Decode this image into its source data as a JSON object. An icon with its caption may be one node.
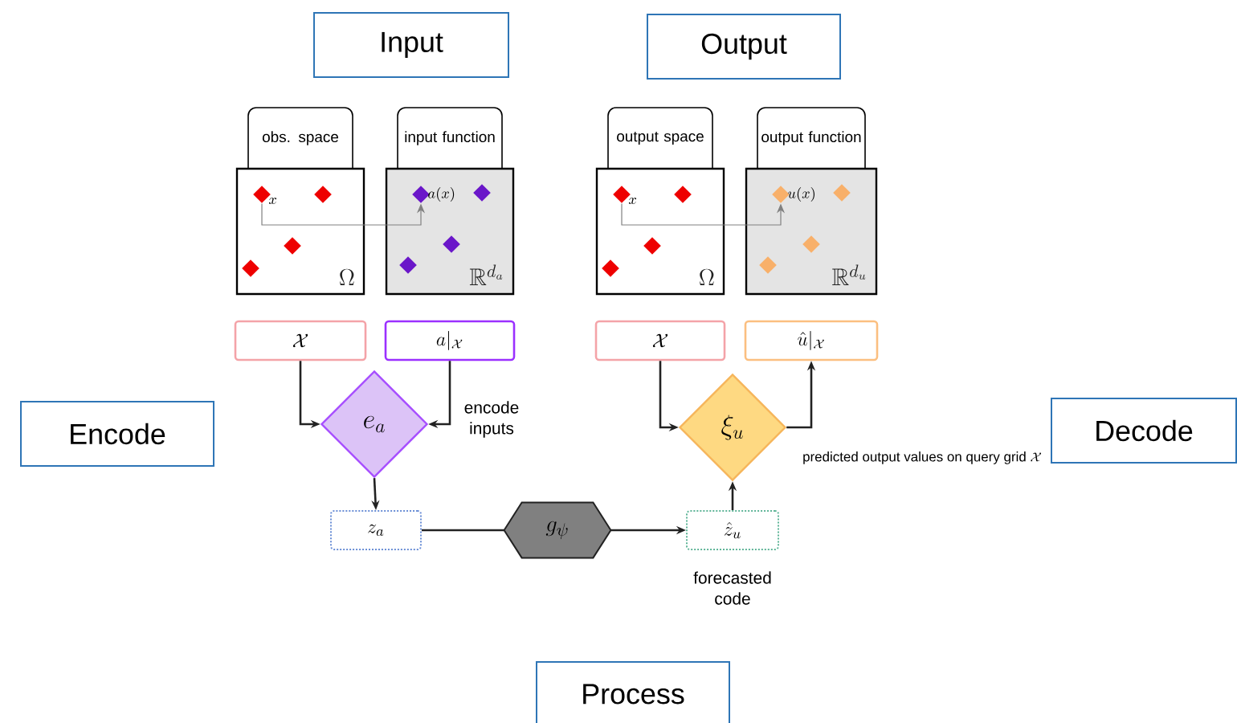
{
  "diagram": {
    "nodes": [
      {
        "text": [
          "Input"
        ]
      },
      {
        "text": [
          "Output"
        ]
      },
      {
        "text": [
          "obs. space",
          "\\Omega"
        ]
      },
      {
        "text": [
          "x"
        ],
        "in": 2
      },
      {
        "text": [
          "input function",
          "\\mathbb{R}^{d_a}"
        ]
      },
      {
        "text": [
          "a(x)"
        ],
        "in": 4
      },
      {
        "text": [
          "output space",
          "\\Omega"
        ]
      },
      {
        "text": [
          "x"
        ],
        "in": 6
      },
      {
        "text": [
          "output function",
          "\\mathbb{R}^{d_u}"
        ]
      },
      {
        "text": [
          "u(x)"
        ],
        "in": 8
      },
      {
        "text": [
          "Encode"
        ]
      },
      {
        "text": [
          "\\mathcal{X}"
        ]
      },
      {
        "text": [
          "a|_{\\mathcal{X}}"
        ]
      },
      {
        "text": [
          "e_a"
        ],
        "beside": [
          "encode inputs"
        ]
      },
      {
        "text": [
          "\\mathcal{X}"
        ]
      },
      {
        "text": [
          "\\hat{u}|_{\\mathcal{X}}"
        ]
      },
      {
        "text": [
          "\\xi_u"
        ],
        "beside": [
          "\\text{predicted output values on query grid }\\mathcal{X}"
        ]
      },
      {
        "text": [
          "Decode"
        ]
      },
      {
        "text": [
          "z_a"
        ]
      },
      {
        "text": [
          "g_\\psi"
        ]
      },
      {
        "text": [
          "\\hat{z}_u"
        ],
        "beside": [
          "forecasted code"
        ]
      },
      {
        "text": [
          "Process"
        ]
      },
      {
        "text": [],
        "shape": "diamond",
        "in": 2
      },
      {
        "text": [],
        "shape": "diamond",
        "in": 2
      },
      {
        "text": [],
        "shape": "diamond",
        "in": 2
      },
      {
        "text": [],
        "shape": "diamond",
        "in": 4
      },
      {
        "text": [],
        "shape": "diamond",
        "in": 4
      },
      {
        "text": [],
        "shape": "diamond",
        "in": 4
      },
      {
        "text": [],
        "shape": "diamond",
        "in": 6
      },
      {
        "text": [],
        "shape": "diamond",
        "in": 6
      },
      {
        "text": [],
        "shape": "diamond",
        "in": 6
      },
      {
        "text": [],
        "shape": "diamond",
        "in": 8
      },
      {
        "text": [],
        "shape": "diamond",
        "in": 8
      },
      {
        "text": [],
        "shape": "diamond",
        "in": 8
      }
    ],
    "edges": [
      {
        "from": 3,
        "to": 5,
        "arrow": "to",
        "color": "#808080"
      },
      {
        "from": 7,
        "to": 9,
        "arrow": "to",
        "color": "#808080"
      },
      {
        "from": 11,
        "to": 13,
        "arrow": "to"
      },
      {
        "from": 12,
        "to": 13,
        "arrow": "to"
      },
      {
        "from": 13,
        "to": 18,
        "arrow": "to"
      },
      {
        "from": 18,
        "to": 19,
        "arrow": "none"
      },
      {
        "from": 19,
        "to": 20,
        "arrow": "to"
      },
      {
        "from": 20,
        "to": 16,
        "arrow": "to"
      },
      {
        "from": 14,
        "to": 16,
        "arrow": "to"
      },
      {
        "from": 16,
        "to": 15,
        "arrow": "to"
      }
    ]
  }
}
